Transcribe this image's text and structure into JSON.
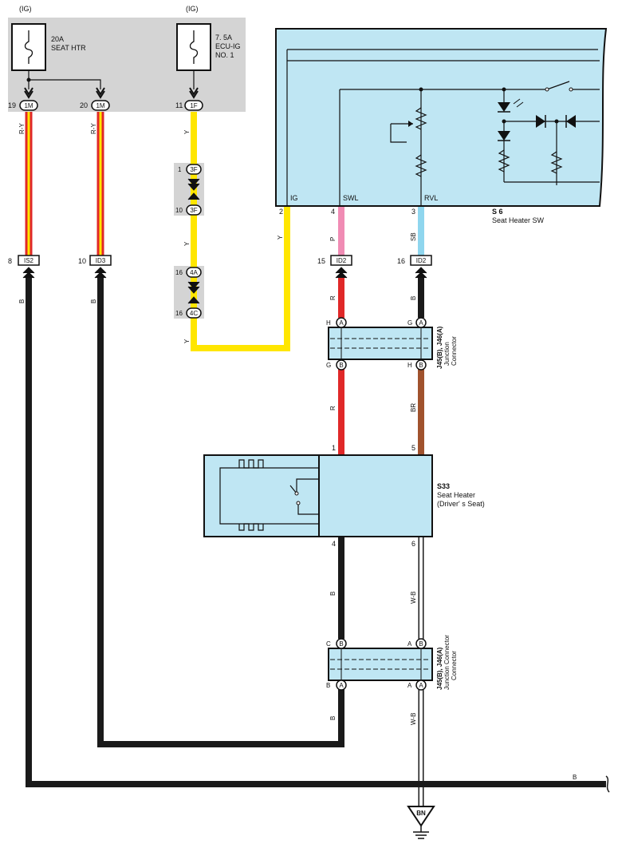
{
  "fuses": {
    "seat_htr": {
      "power": "(IG)",
      "rating": "20A",
      "name": "SEAT HTR"
    },
    "ecu_ig": {
      "power": "(IG)",
      "rating": "7. 5A",
      "name": "ECU-IG",
      "name2": "NO. 1"
    }
  },
  "connectors": {
    "c_1m_19": {
      "pin": "19",
      "code": "1M"
    },
    "c_1m_20": {
      "pin": "20",
      "code": "1M"
    },
    "c_1f_11": {
      "pin": "11",
      "code": "1F"
    },
    "c_3f_1": {
      "pin": "1",
      "code": "3F"
    },
    "c_3f_10": {
      "pin": "10",
      "code": "3F"
    },
    "c_4a_16": {
      "pin": "16",
      "code": "4A"
    },
    "c_4c_16": {
      "pin": "16",
      "code": "4C"
    },
    "c_is2_8": {
      "pin": "8",
      "code": "IS2"
    },
    "c_id3_10": {
      "pin": "10",
      "code": "ID3"
    },
    "c_id2_15": {
      "pin": "15",
      "code": "ID2"
    },
    "c_id2_16": {
      "pin": "16",
      "code": "ID2"
    }
  },
  "wire_colors": {
    "ry1": "R-Y",
    "ry2": "R-Y",
    "y1": "Y",
    "y2": "Y",
    "y3": "Y",
    "y4": "Y",
    "p": "P",
    "sb": "SB",
    "b1": "B",
    "b2": "B",
    "r1": "R",
    "b3": "B",
    "r2": "R",
    "br": "BR",
    "b4": "B",
    "wb1": "W-B",
    "b5": "B",
    "wb2": "W-B",
    "bottom_b": "B"
  },
  "seat_heater_sw": {
    "code": "S 6",
    "name": "Seat Heater SW",
    "terminals": {
      "ig": "IG",
      "swl": "SWL",
      "rvl": "RVL"
    },
    "pins": {
      "ig": "2",
      "swl": "4",
      "rvl": "3"
    }
  },
  "junction_upper": {
    "code": "J45(B), J46(A)",
    "name": "Junction",
    "name2": "Connector",
    "top_left": {
      "pin": "H",
      "term": "A"
    },
    "top_right": {
      "pin": "G",
      "term": "A"
    },
    "bot_left": {
      "pin": "G",
      "term": "B"
    },
    "bot_right": {
      "pin": "H",
      "term": "B"
    }
  },
  "seat_heater": {
    "code": "S33",
    "name": "Seat Heater",
    "name2": "(Driver' s Seat)",
    "pins": {
      "top_left": "1",
      "top_right": "5",
      "bot_left": "4",
      "bot_right": "6"
    }
  },
  "junction_lower": {
    "code": "J45(B), J46(A)",
    "name": "Junction Connector",
    "name2": "Connector",
    "top_left": {
      "pin": "C",
      "term": "B"
    },
    "top_right": {
      "pin": "A",
      "term": "B"
    },
    "bot_left": {
      "pin": "B",
      "term": "A"
    },
    "bot_right": {
      "pin": "A",
      "term": "A"
    }
  },
  "ground": {
    "code": "BN"
  },
  "colors": {
    "component_fill": "#bfe6f3",
    "fuse_block": "#d4d4d4",
    "wire_red": "#e02828",
    "wire_yellow": "#ffe600",
    "wire_pink": "#f08cb4",
    "wire_skyblue": "#8fd6ee",
    "wire_brown": "#a0522d",
    "wire_black": "#1a1a1a"
  }
}
